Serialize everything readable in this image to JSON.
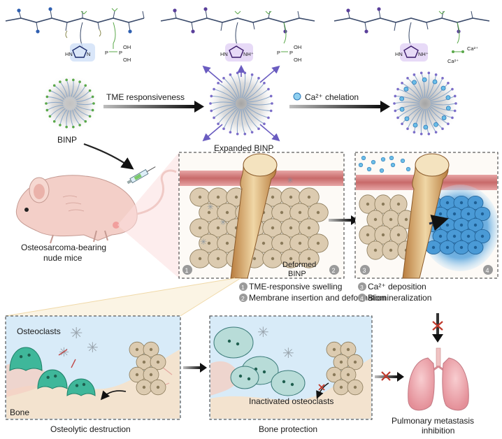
{
  "top_labels": {
    "tme": "TME responsiveness",
    "ca_chelation": "Ca²⁺ chelation",
    "binp": "BINP",
    "expanded_binp": "Expanded BINP",
    "mice_line1": "Osteosarcoma-bearing",
    "mice_line2": "nude mice"
  },
  "tumor_panel_1": {
    "deformed_line1": "Deformed",
    "deformed_line2": "BINP",
    "num_1": "1",
    "num_2": "2"
  },
  "tumor_panel_2": {
    "num_3": "3",
    "num_4": "4"
  },
  "steps": {
    "step1_num": "1",
    "step1": "TME-responsive swelling",
    "step2_num": "2",
    "step2": "Membrane insertion and deformation",
    "step3_num": "3",
    "step3": "Ca²⁺ deposition",
    "step4_num": "4",
    "step4": "Biomineralization"
  },
  "bone_panel_1": {
    "osteoclasts": "Osteoclasts",
    "bone": "Bone",
    "caption": "Osteolytic destruction"
  },
  "bone_panel_2": {
    "inactivated": "Inactivated osteoclasts",
    "caption": "Bone protection"
  },
  "lung": {
    "caption_line1": "Pulmonary metastasis",
    "caption_line2": "inhibition"
  },
  "chem": {
    "hn_1": "HN",
    "n_1": "N",
    "hn_2": "HN",
    "nh_2": "NH⁺",
    "hn_3": "HN",
    "nh_3": "NH⁺",
    "p_a": "P",
    "p_b": "P",
    "p_c": "P",
    "p_d": "P",
    "oh_1": "OH",
    "oh_2": "OH",
    "oh_3": "OH",
    "oh_4": "OH",
    "ca_1": "Ca²⁺",
    "ca_2": "Ca²⁺"
  },
  "colors": {
    "imidazole_blue": "#3a6fc4",
    "imidazole_purple": "#6a3fa6",
    "phosphate_green": "#5aa84a",
    "bone_panel_bg": "#d8ebf8",
    "osteoclast_green": "#3fb79a",
    "mineral_blue": "#3c8fd0",
    "cell_tan": "#dccbb0",
    "lung_pink": "#f2b3b8",
    "mouse_pink": "#f3cfc8",
    "cross_red": "#c0392b"
  }
}
